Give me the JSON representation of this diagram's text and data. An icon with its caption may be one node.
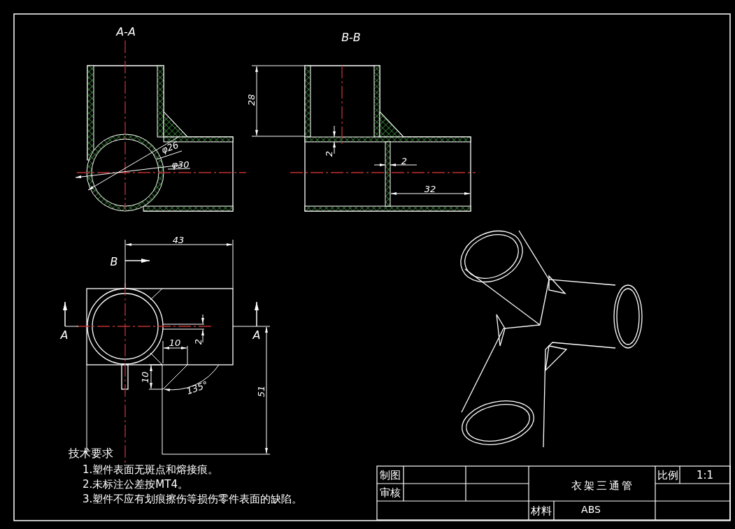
{
  "diagram": {
    "labels": [
      "A-A",
      "B-B",
      "28",
      "φ26",
      "φ30",
      "2",
      "2",
      "32",
      "43",
      "B",
      "A",
      "A",
      "10",
      "2",
      "10",
      "135°",
      "51",
      "技术要求",
      "1.塑件表面无斑点和熔接痕。",
      "2.未标注公差按MT4。",
      "3.塑件不应有划痕擦伤等损伤零件表面的缺陷。",
      "制图",
      "审核",
      "衣架三通管",
      "比例",
      "1:1",
      "材料",
      "ABS"
    ]
  }
}
